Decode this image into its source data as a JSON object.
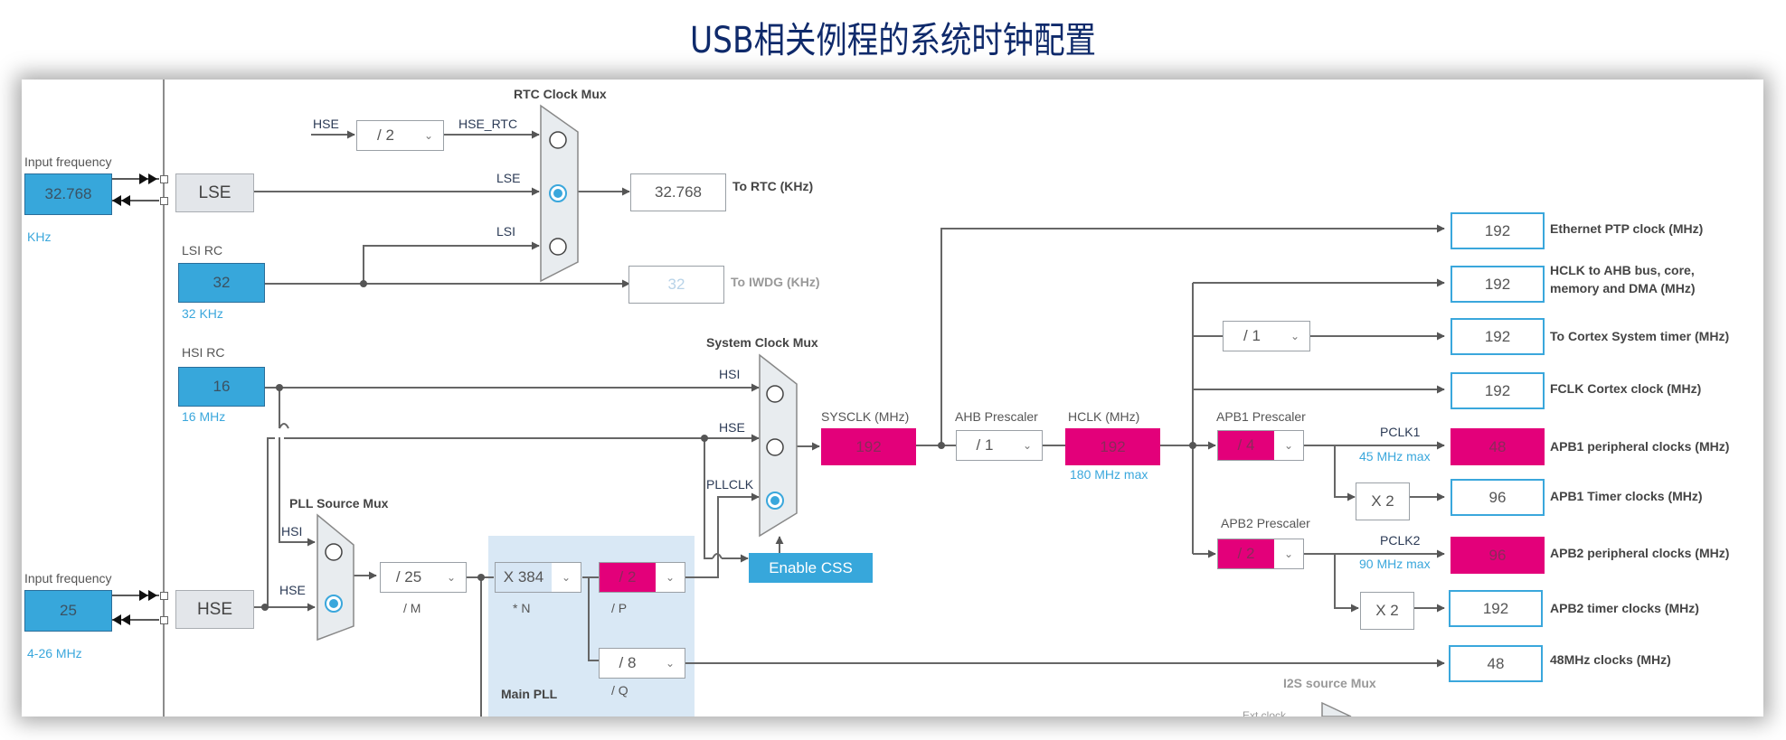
{
  "title": "USB相关例程的系统时钟配置",
  "lse_input": {
    "label": "Input frequency",
    "value": "32.768",
    "unit": "KHz"
  },
  "hse_input": {
    "label": "Input frequency",
    "value": "25",
    "range": "4-26 MHz"
  },
  "lse": {
    "label": "LSE"
  },
  "hse": {
    "label": "HSE"
  },
  "lsi_rc": {
    "label": "LSI RC",
    "value": "32",
    "freq": "32 KHz"
  },
  "hsi_rc": {
    "label": "HSI RC",
    "value": "16",
    "freq": "16 MHz"
  },
  "rtc_mux": {
    "title": "RTC Clock Mux",
    "hse_label": "HSE",
    "hse_div": "/ 2",
    "inputs": [
      "HSE_RTC",
      "LSE",
      "LSI"
    ],
    "selected": "LSE"
  },
  "to_rtc": {
    "value": "32.768",
    "label": "To RTC (KHz)"
  },
  "to_iwdg": {
    "value": "32",
    "label": "To IWDG (KHz)"
  },
  "sys_mux": {
    "title": "System Clock Mux",
    "inputs": [
      "HSI",
      "HSE",
      "PLLCLK"
    ],
    "selected": "PLLCLK"
  },
  "pll_mux": {
    "title": "PLL Source Mux",
    "inputs": [
      "HSI",
      "HSE"
    ],
    "selected": "HSE"
  },
  "pll": {
    "title": "Main PLL",
    "m": {
      "value": "/ 25",
      "label": "/ M"
    },
    "n": {
      "value": "X 384",
      "label": "* N"
    },
    "p": {
      "value": "/ 2",
      "label": "/ P"
    },
    "q": {
      "value": "/ 8",
      "label": "/ Q"
    }
  },
  "enable_css": "Enable CSS",
  "sysclk": {
    "label": "SYSCLK (MHz)",
    "value": "192"
  },
  "ahb": {
    "label": "AHB Prescaler",
    "value": "/ 1"
  },
  "hclk": {
    "label": "HCLK (MHz)",
    "value": "192",
    "max": "180 MHz max"
  },
  "apb1": {
    "label": "APB1 Prescaler",
    "value": "/ 4",
    "pclk": "PCLK1",
    "max": "45 MHz max",
    "timer_mult": "X 2"
  },
  "apb2": {
    "label": "APB2 Prescaler",
    "value": "/ 2",
    "pclk": "PCLK2",
    "max": "90 MHz max",
    "timer_mult": "X 2"
  },
  "cortex_div": "/ 1",
  "outputs": [
    {
      "value": "192",
      "label": "Ethernet PTP clock (MHz)"
    },
    {
      "value": "192",
      "label": "HCLK to AHB bus, core,",
      "label2": "memory and DMA (MHz)"
    },
    {
      "value": "192",
      "label": "To Cortex System timer (MHz)"
    },
    {
      "value": "192",
      "label": "FCLK Cortex clock (MHz)"
    },
    {
      "value": "48",
      "label": "APB1 peripheral clocks (MHz)"
    },
    {
      "value": "96",
      "label": "APB1 Timer clocks (MHz)"
    },
    {
      "value": "96",
      "label": "APB2 peripheral clocks (MHz)"
    },
    {
      "value": "192",
      "label": "APB2 timer clocks (MHz)"
    },
    {
      "value": "48",
      "label": "48MHz clocks (MHz)"
    }
  ],
  "i2s_mux": {
    "title": "I2S source Mux",
    "input": "Ext clock"
  },
  "colors": {
    "input_blue": "#37a7db",
    "accent_magenta": "#e3007a",
    "output_border": "#3aa7dc",
    "title": "#0f2a6b"
  }
}
